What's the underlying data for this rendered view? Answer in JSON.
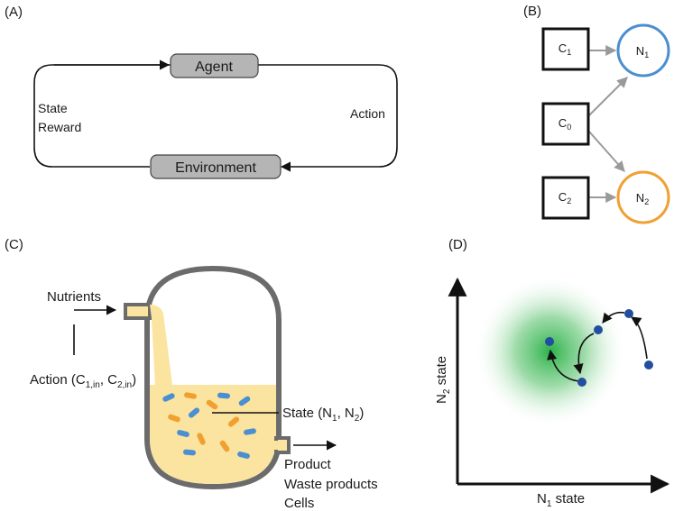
{
  "panel_a": {
    "label": "(A)",
    "agent": "Agent",
    "environment": "Environment",
    "state": "State",
    "reward": "Reward",
    "action": "Action"
  },
  "panel_b": {
    "label": "(B)",
    "c1": "C",
    "c1_sub": "1",
    "c0": "C",
    "c0_sub": "0",
    "c2": "C",
    "c2_sub": "2",
    "n1": "N",
    "n1_sub": "1",
    "n2": "N",
    "n2_sub": "2"
  },
  "panel_c": {
    "label": "(C)",
    "nutrients": "Nutrients",
    "action_prefix": "Action (C",
    "action_sub1": "1,in",
    "action_mid": ", C",
    "action_sub2": "2,in",
    "action_suffix": ")",
    "state_prefix": "State (N",
    "state_sub1": "1",
    "state_mid": ", N",
    "state_sub2": "2",
    "state_suffix": ")",
    "product": "Product",
    "waste": "Waste products",
    "cells": "Cells"
  },
  "panel_d": {
    "label": "(D)",
    "x_axis_prefix": "N",
    "x_axis_sub": "1",
    "x_axis_suffix": " state",
    "y_axis_prefix": "N",
    "y_axis_sub": "2",
    "y_axis_suffix": " state"
  },
  "colors": {
    "blue": "#4a8fd0",
    "orange": "#f0a030",
    "liquid": "#fbe3a0",
    "vessel": "#6b6b6b",
    "grey_box": "#b5b5b5",
    "green_target": "#2db84a",
    "dot": "#234e9e"
  }
}
